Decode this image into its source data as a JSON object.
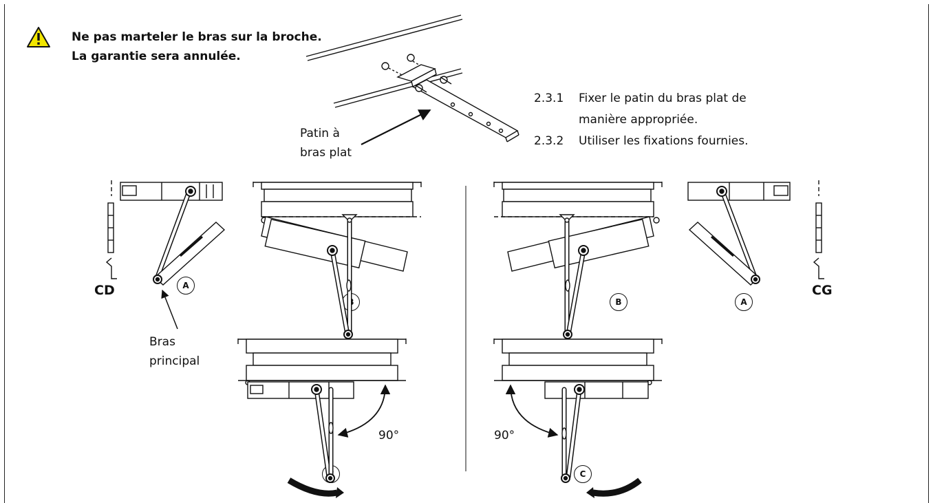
{
  "warning": {
    "icon": "warning-triangle-icon",
    "line1": "Ne pas marteler le bras sur la broche.",
    "line2": "La garantie sera annulée."
  },
  "steps": [
    {
      "num": "2.3.1",
      "text": "Fixer le patin du bras plat de",
      "text_cont": "manière appropriée."
    },
    {
      "num": "2.3.2",
      "text": "Utiliser les fixations fournies."
    }
  ],
  "labels": {
    "patin_line1": "Patin à",
    "patin_line2": "bras plat",
    "cd": "CD",
    "cg": "CG",
    "bras_line1": "Bras",
    "bras_line2": "principal",
    "angle_left": "90°",
    "angle_right": "90°"
  },
  "callouts": {
    "a": "A",
    "b": "B",
    "c": "C"
  },
  "colors": {
    "line": "#111111",
    "warning_fill": "#f2e600"
  }
}
